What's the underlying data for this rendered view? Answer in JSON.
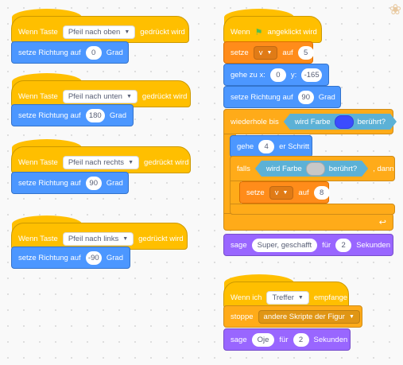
{
  "scripts_left": [
    {
      "hat": {
        "pre": "Wenn Taste",
        "key": "Pfeil nach oben",
        "post": "gedrückt wird"
      },
      "motion": {
        "pre": "setze Richtung auf",
        "value": "0",
        "post": "Grad"
      }
    },
    {
      "hat": {
        "pre": "Wenn Taste",
        "key": "Pfeil nach unten",
        "post": "gedrückt wird"
      },
      "motion": {
        "pre": "setze Richtung auf",
        "value": "180",
        "post": "Grad"
      }
    },
    {
      "hat": {
        "pre": "Wenn Taste",
        "key": "Pfeil nach rechts",
        "post": "gedrückt wird"
      },
      "motion": {
        "pre": "setze Richtung auf",
        "value": "90",
        "post": "Grad"
      }
    },
    {
      "hat": {
        "pre": "Wenn Taste",
        "key": "Pfeil nach links",
        "post": "gedrückt wird"
      },
      "motion": {
        "pre": "setze Richtung auf",
        "value": "-90",
        "post": "Grad"
      }
    }
  ],
  "main_script": {
    "hat": {
      "pre": "Wenn",
      "post": "angeklickt wird",
      "icon": "green-flag-icon"
    },
    "set_var": {
      "pre": "setze",
      "var": "v",
      "mid": "auf",
      "value": "5"
    },
    "goto": {
      "pre": "gehe zu x:",
      "x": "0",
      "ylabel": "y:",
      "y": "-165"
    },
    "set_dir": {
      "pre": "setze Richtung auf",
      "value": "90",
      "post": "Grad"
    },
    "repeat_until": {
      "pre": "wiederhole bis",
      "touch_pre": "wird Farbe",
      "touch_post": "berührt?",
      "color": "#3b4cff"
    },
    "move": {
      "pre": "gehe",
      "value": "4",
      "post": "er Schritt"
    },
    "if": {
      "pre": "falls",
      "touch_pre": "wird Farbe",
      "touch_post": "berührt?",
      "post": ", dann",
      "color": "#c8c8c8"
    },
    "set_var2": {
      "pre": "setze",
      "var": "v",
      "mid": "auf",
      "value": "8"
    },
    "say": {
      "pre": "sage",
      "text": "Super, geschafft",
      "mid": "für",
      "value": "2",
      "post": "Sekunden"
    }
  },
  "receive_script": {
    "hat": {
      "pre": "Wenn ich",
      "msg": "Treffer",
      "post": "empfange"
    },
    "stop": {
      "pre": "stoppe",
      "option": "andere Skripte der Figur"
    },
    "say": {
      "pre": "sage",
      "text": "Oje",
      "mid": "für",
      "value": "2",
      "post": "Sekunden"
    }
  },
  "colors": {
    "events": "#ffbf00",
    "motion": "#4c97ff",
    "variables": "#ff8c1a",
    "control": "#ffab19",
    "looks": "#9966ff",
    "sensing": "#5cb1d6"
  }
}
